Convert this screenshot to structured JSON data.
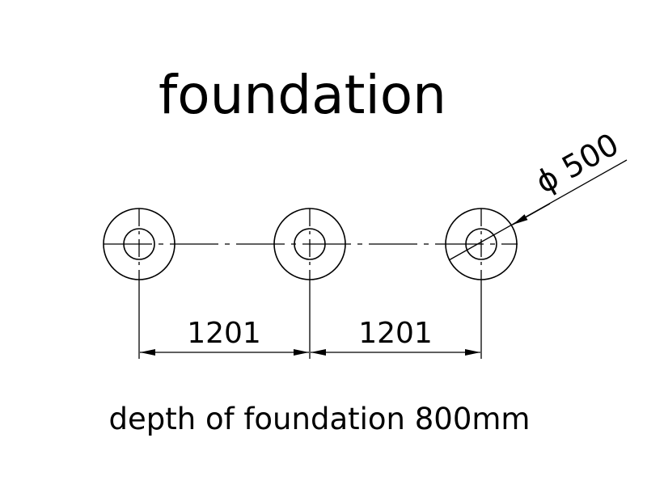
{
  "title": "foundation",
  "caption": "depth of foundation 800mm",
  "dimensions": {
    "spacing_left": "1201",
    "spacing_right": "1201",
    "diameter": "ϕ 500"
  },
  "colors": {
    "ink": "#000000",
    "background": "#ffffff"
  }
}
